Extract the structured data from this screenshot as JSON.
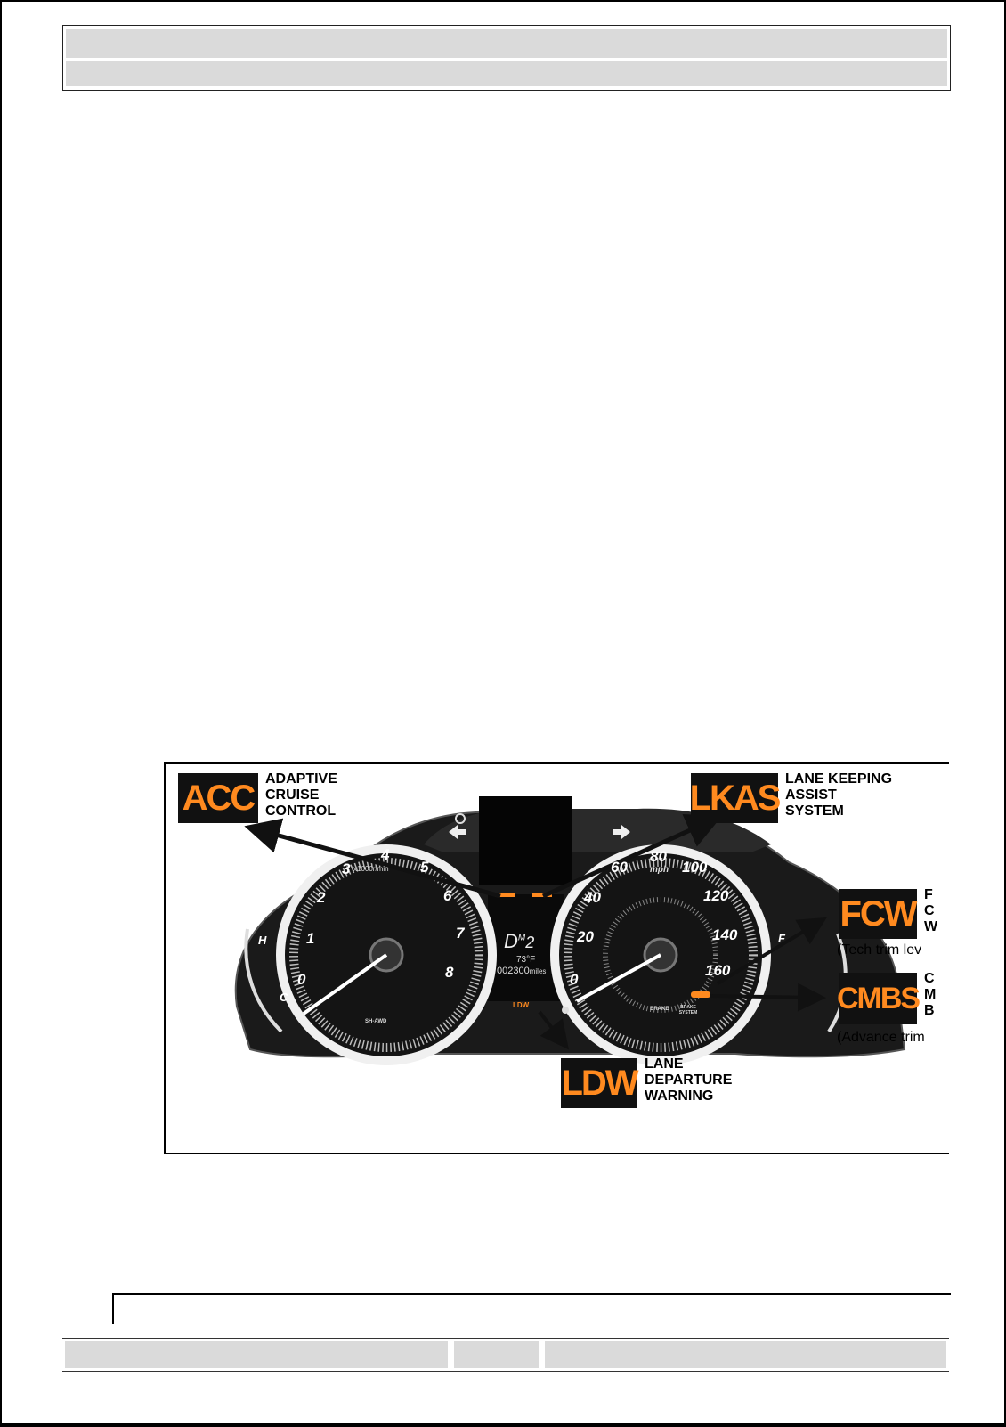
{
  "callouts": {
    "acc": {
      "badge": "ACC",
      "text": "ADAPTIVE\nCRUISE\nCONTROL"
    },
    "lkas": {
      "badge": "LKAS",
      "text": "LANE KEEPING\nASSIST\nSYSTEM"
    },
    "fcw": {
      "badge": "FCW",
      "text": "F\nC\nW",
      "note": "(Tech trim lev"
    },
    "cmbs": {
      "badge": "CMBS",
      "text": "C\nM\nB",
      "note": "(Advance trim"
    },
    "ldw": {
      "badge": "LDW",
      "text": "LANE\nDEPARTURE\nWARNING"
    }
  },
  "cluster": {
    "tach_numbers": [
      "0",
      "1",
      "2",
      "3",
      "4",
      "5",
      "6",
      "7",
      "8"
    ],
    "tach_unit": "x1000r/min",
    "speed_numbers": [
      "0",
      "20",
      "40",
      "60",
      "80",
      "100",
      "120",
      "140",
      "160"
    ],
    "speed_unit": "mph",
    "gear": "D",
    "gear_mode": "M",
    "gear_number": "2",
    "outside_temp": "73°F",
    "odometer": "002300",
    "odometer_unit": "miles",
    "temp_hot": "H",
    "temp_cold": "C",
    "fuel_full": "F",
    "ldw_indicator": "LDW",
    "brake_label": "BRAKE",
    "brake_system_label": "BRAKE SYSTEM",
    "shawd_label": "SH-AWD"
  },
  "colors": {
    "accent": "#ff8a1f",
    "badge_bg": "#111111",
    "cluster_face": "#141414",
    "rim": "#e6e6e6"
  }
}
